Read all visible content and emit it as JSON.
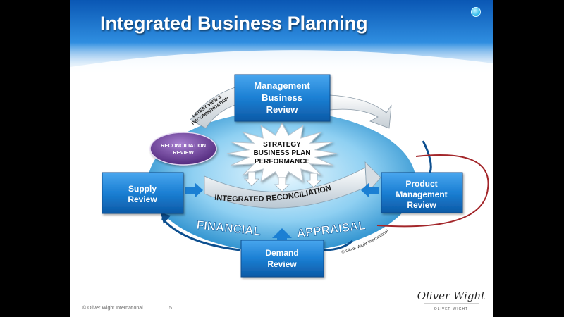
{
  "slide": {
    "title": "Integrated Business Planning",
    "footer_copyright": "© Oliver Wight International",
    "page_number": "5",
    "logo_text": "Oliver Wight",
    "logo_subtext": "OLIVER WIGHT"
  },
  "diagram": {
    "management_review": [
      "Management",
      "Business",
      "Review"
    ],
    "product_review": [
      "Product",
      "Management",
      "Review"
    ],
    "supply_review": [
      "Supply",
      "Review"
    ],
    "demand_review": [
      "Demand",
      "Review"
    ],
    "reconciliation_review": [
      "RECONCILIATION",
      "REVIEW"
    ],
    "latest_view": [
      "LATEST VIEW &",
      "RECOMMENDATION"
    ],
    "strategy": [
      "STRATEGY",
      "BUSINESS PLAN",
      "PERFORMANCE"
    ],
    "integrated_reconciliation": "INTEGRATED RECONCILIATION",
    "financial": "FINANCIAL",
    "appraisal": "APPRAISAL",
    "copyright_curve": "© Oliver Wight International"
  },
  "colors": {
    "box_blue": "#1b7fd3",
    "reconciliation_purple": "#6d3b9b",
    "loop_red": "#a3262a"
  }
}
